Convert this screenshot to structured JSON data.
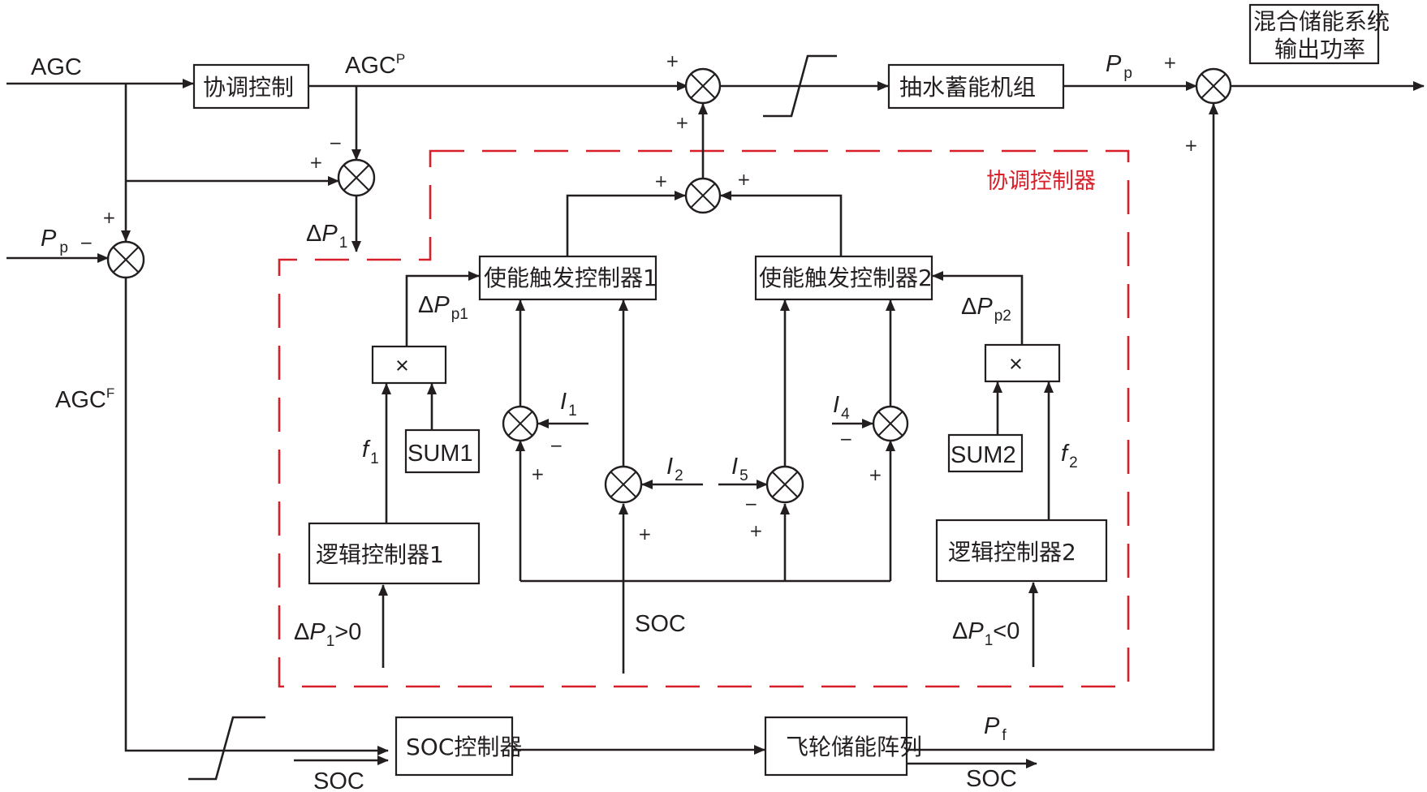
{
  "blocks": {
    "coordination_control": "协调控制",
    "pumped_storage_unit": "抽水蓄能机组",
    "hybrid_output_line1": "混合储能系统",
    "hybrid_output_line2": "输出功率",
    "coordinated_controller_label": "协调控制器",
    "enable_trigger_1": "使能触发控制器1",
    "enable_trigger_2": "使能触发控制器2",
    "logic_controller_1": "逻辑控制器1",
    "logic_controller_2": "逻辑控制器2",
    "sum1": "SUM1",
    "sum2": "SUM2",
    "multiply_symbol": "×",
    "soc_controller": "SOC控制器",
    "flywheel_array": "飞轮储能阵列"
  },
  "signals": {
    "agc": "AGC",
    "agc_p_base": "AGC",
    "agc_p_sup": "P",
    "agc_f_base": "AGC",
    "agc_f_sup": "F",
    "p": "P",
    "p_sub": "p",
    "f_sub": "f",
    "delta": "Δ",
    "one": "1",
    "p1": "p1",
    "p2": "p2",
    "f1_base": "f",
    "f1_sub": "1",
    "f2_base": "f",
    "f2_sub": "2",
    "i": "I",
    "i1_sub": "1",
    "i2_sub": "2",
    "i4_sub": "4",
    "i5_sub": "5",
    "gt0": ">0",
    "lt0": "<0",
    "soc": "SOC"
  },
  "signs": {
    "plus": "+",
    "minus": "−"
  },
  "colors": {
    "line": "#231f20",
    "controller_boundary": "#d7202a"
  }
}
